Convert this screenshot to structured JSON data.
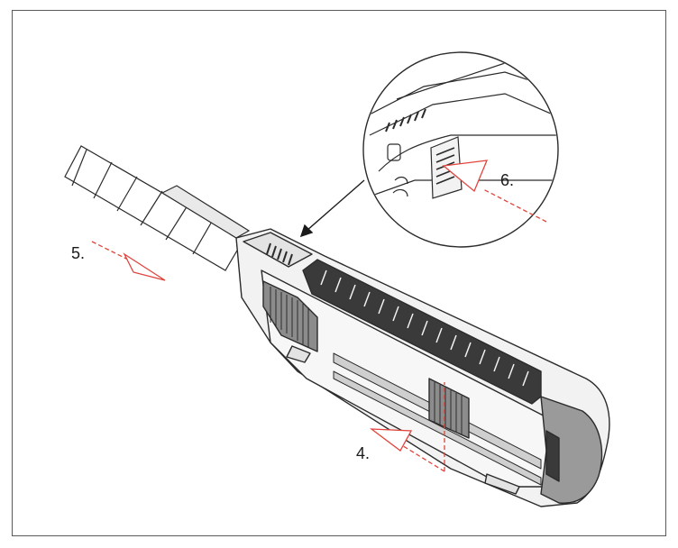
{
  "steps": {
    "step4": "4.",
    "step5": "5.",
    "step6": "6."
  },
  "colors": {
    "arrow": "#e0443c",
    "outline": "#2b2b2b",
    "body_fill": "#f2f2f2",
    "grip_fill": "#3a3a3a",
    "end_cap_fill": "#9a9a9a",
    "frame": "#5a5a5a"
  },
  "icons": [
    "utility-knife-illustration",
    "blade",
    "detail-magnifier",
    "arrow-step-4",
    "arrow-step-5",
    "arrow-step-6",
    "pointer-arrow"
  ]
}
